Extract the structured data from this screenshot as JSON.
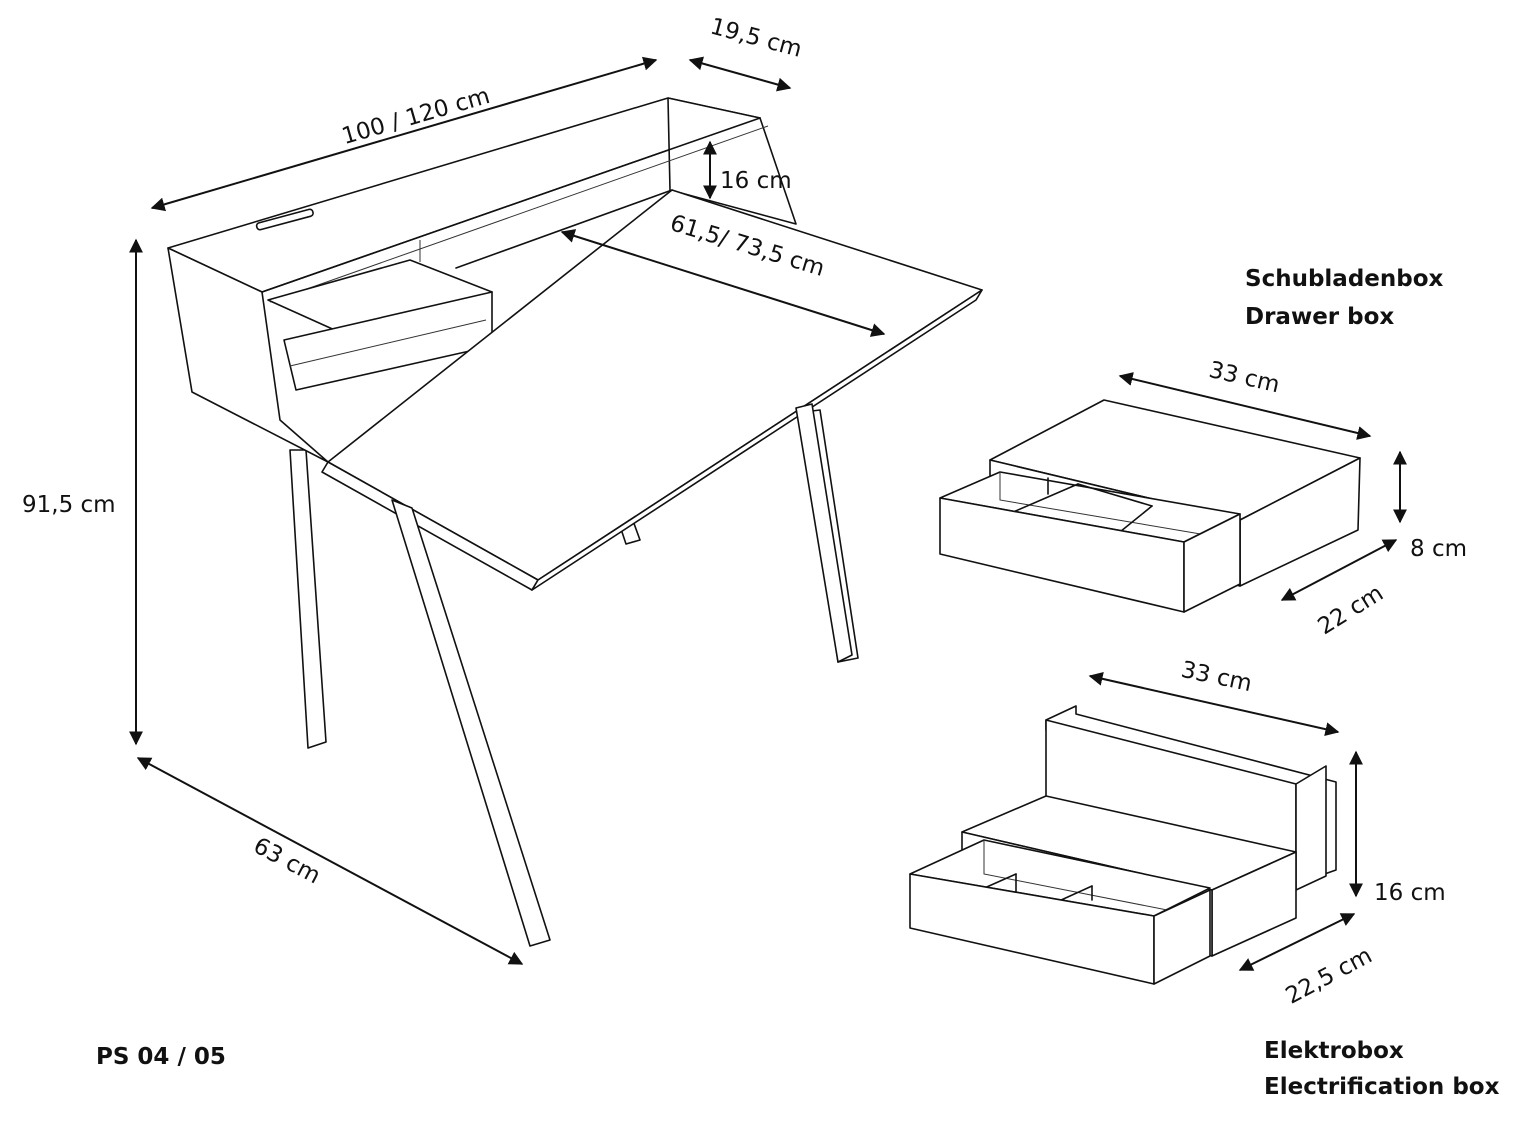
{
  "model": "PS 04 / 05",
  "drawer_box": {
    "title_de": "Schubladenbox",
    "title_en": "Drawer box"
  },
  "electrification_box": {
    "title_de": "Elektrobox",
    "title_en": "Electrification box"
  },
  "dimensions": {
    "desk_width": "100 / 120 cm",
    "shelf_depth": "19,5 cm",
    "shelf_height": "16 cm",
    "desk_inner_depth": "61,5/ 73,5  cm",
    "desk_height": "91,5 cm",
    "desk_depth": "63 cm",
    "drawer_width": "33 cm",
    "drawer_height": "8 cm",
    "drawer_depth": "22 cm",
    "elektro_width": "33 cm",
    "elektro_height": "16 cm",
    "elektro_depth": "22,5 cm"
  }
}
